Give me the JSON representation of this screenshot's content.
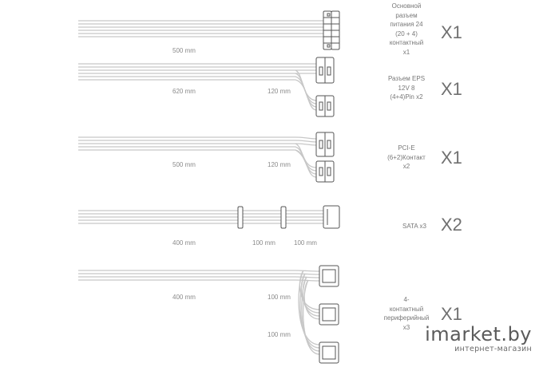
{
  "cables": [
    {
      "lengths": [
        "500 mm"
      ],
      "description": [
        "Основной",
        "разъем",
        "питания 24",
        "(20 + 4)",
        "контактный",
        "x1"
      ],
      "quantity": "X1",
      "icon": "atx-24pin-connector"
    },
    {
      "lengths": [
        "620 mm",
        "120 mm"
      ],
      "description": [
        "Разъем EPS",
        "12V 8",
        "(4+4)Pin x2"
      ],
      "quantity": "X1",
      "icon": "eps-8pin-connector"
    },
    {
      "lengths": [
        "500 mm",
        "120 mm"
      ],
      "description": [
        "PCI-E",
        "(6+2)Контакт",
        "x2"
      ],
      "quantity": "X1",
      "icon": "pcie-8pin-connector"
    },
    {
      "lengths": [
        "400 mm",
        "100 mm",
        "100 mm"
      ],
      "description": [
        "SATA x3"
      ],
      "quantity": "X2",
      "icon": "sata-connector"
    },
    {
      "lengths": [
        "400 mm",
        "100 mm",
        "100 mm"
      ],
      "description": [
        "4-",
        "контактный",
        "периферийный",
        "x3"
      ],
      "quantity": "X1",
      "icon": "molex-connector"
    }
  ],
  "watermark": {
    "brand": "imarket.by",
    "tagline": "интернет-магазин"
  },
  "colors": {
    "cable": "#c4c4c4",
    "connector": "#555555",
    "text": "#8a8a8a",
    "quantity": "#707070"
  }
}
